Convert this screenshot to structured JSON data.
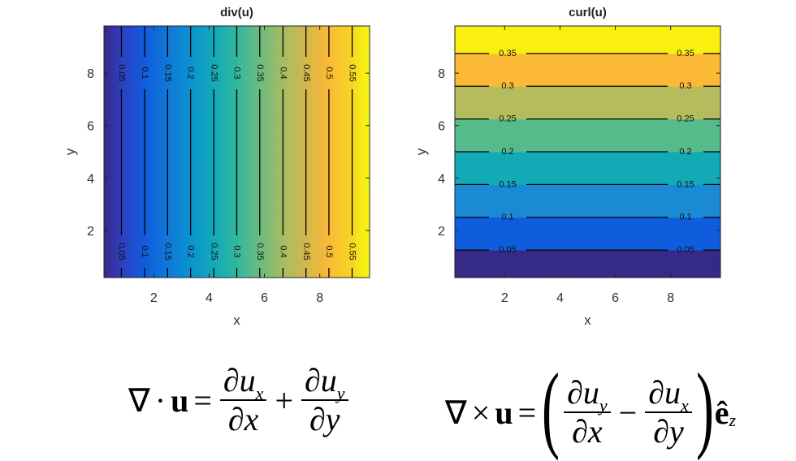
{
  "chart_data": [
    {
      "type": "contourf",
      "title": "div(u)",
      "xlabel": "x",
      "ylabel": "y",
      "xlim": [
        0.2,
        9.8
      ],
      "ylim": [
        0.2,
        9.8
      ],
      "xticks": [
        2,
        4,
        6,
        8
      ],
      "yticks": [
        2,
        4,
        6,
        8
      ],
      "orientation": "vertical",
      "field": "0.06 * x",
      "levels": [
        0.05,
        0.1,
        0.15,
        0.2,
        0.25,
        0.3,
        0.35,
        0.4,
        0.45,
        0.5,
        0.55
      ],
      "level_labels": [
        "0.05",
        "0.1",
        "0.15",
        "0.2",
        "0.25",
        "0.3",
        "0.35",
        "0.4",
        "0.45",
        "0.5",
        "0.55"
      ],
      "level_positions_x": [
        0.83,
        1.67,
        2.5,
        3.33,
        4.17,
        5.0,
        5.83,
        6.67,
        7.5,
        8.33,
        9.17
      ],
      "colormap": [
        "#352a87",
        "#2e3fc1",
        "#0f5ddd",
        "#1178d8",
        "#0a93cf",
        "#12a9b9",
        "#33b79d",
        "#6cbc80",
        "#a5bd63",
        "#d4b74b",
        "#fbb935",
        "#f5d722",
        "#f9fb0e"
      ]
    },
    {
      "type": "contourf",
      "title": "curl(u)",
      "xlabel": "x",
      "ylabel": "y",
      "xlim": [
        0.2,
        9.8
      ],
      "ylim": [
        0.2,
        9.8
      ],
      "xticks": [
        2,
        4,
        6,
        8
      ],
      "yticks": [
        2,
        4,
        6,
        8
      ],
      "orientation": "horizontal",
      "field": "0.04 * y",
      "levels": [
        0.05,
        0.1,
        0.15,
        0.2,
        0.25,
        0.3,
        0.35
      ],
      "level_labels": [
        "0.05",
        "0.1",
        "0.15",
        "0.2",
        "0.25",
        "0.3",
        "0.35"
      ],
      "level_positions_y": [
        1.25,
        2.5,
        3.75,
        5.0,
        6.25,
        7.5,
        8.75
      ],
      "colormap": [
        "#352a87",
        "#0f5ddd",
        "#1a8ad4",
        "#12aab7",
        "#55bb8a",
        "#b6bc5d",
        "#fbb935",
        "#f9f00f"
      ]
    }
  ],
  "equations": {
    "div": {
      "nabla": "∇",
      "dot": "·",
      "u": "u",
      "equals": "=",
      "partial": "∂",
      "ux_u": "u",
      "ux_sub": "x",
      "dx": "x",
      "plus": "+",
      "uy_u": "u",
      "uy_sub": "y",
      "dy": "y"
    },
    "curl": {
      "nabla": "∇",
      "times": "×",
      "u": "u",
      "equals": "=",
      "lparen": "(",
      "partial": "∂",
      "uy_u": "u",
      "uy_sub": "y",
      "dx": "x",
      "minus": "−",
      "ux_u": "u",
      "ux_sub": "x",
      "dy": "y",
      "rparen": ")",
      "ehat": "ê",
      "ehat_sub": "z"
    }
  }
}
